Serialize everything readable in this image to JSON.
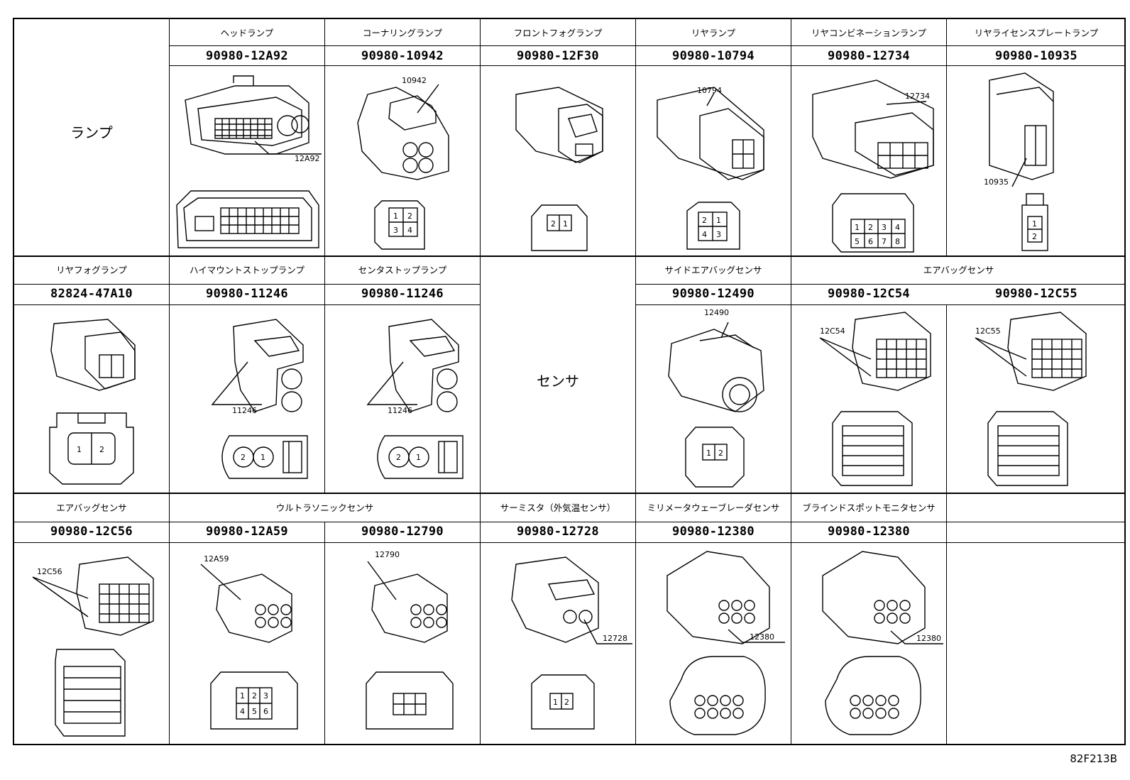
{
  "figure_id": "82F213B",
  "groups": {
    "lamp": "ランプ",
    "sensor": "センサ"
  },
  "cells": [
    {
      "name": "ヘッドランプ",
      "part": "90980-12A92",
      "callout": "12A92",
      "pins": []
    },
    {
      "name": "コーナリングランプ",
      "part": "90980-10942",
      "callout": "10942",
      "pins": [
        "1",
        "2",
        "3",
        "4"
      ]
    },
    {
      "name": "フロントフォグランプ",
      "part": "90980-12F30",
      "callout": "",
      "pins": [
        "2",
        "1"
      ]
    },
    {
      "name": "リヤランプ",
      "part": "90980-10794",
      "callout": "10794",
      "pins": [
        "2",
        "1",
        "4",
        "3"
      ]
    },
    {
      "name": "リヤコンビネーションランプ",
      "part": "90980-12734",
      "callout": "12734",
      "pins": [
        "1",
        "2",
        "3",
        "4",
        "5",
        "6",
        "7",
        "8"
      ]
    },
    {
      "name": "リヤライセンスプレートランプ",
      "part": "90980-10935",
      "callout": "10935",
      "pins": [
        "1",
        "2"
      ]
    },
    {
      "name": "リヤフォグランプ",
      "part": "82824-47A10",
      "callout": "",
      "pins": [
        "1",
        "2"
      ]
    },
    {
      "name": "ハイマウントストップランプ",
      "part": "90980-11246",
      "callout": "11246",
      "pins": [
        "2",
        "1"
      ]
    },
    {
      "name": "センタストップランプ",
      "part": "90980-11246",
      "callout": "11246",
      "pins": [
        "2",
        "1"
      ]
    },
    {
      "name": "サイドエアバッグセンサ",
      "part": "90980-12490",
      "callout": "12490",
      "pins": [
        "1",
        "2"
      ]
    },
    {
      "name": "エアバッグセンサ",
      "part": "90980-12C54",
      "callout": "12C54",
      "pins": []
    },
    {
      "name": "",
      "part": "90980-12C55",
      "callout": "12C55",
      "pins": []
    },
    {
      "name": "エアバッグセンサ",
      "part": "90980-12C56",
      "callout": "12C56",
      "pins": []
    },
    {
      "name": "ウルトラソニックセンサ",
      "part": "90980-12A59",
      "callout": "12A59",
      "pins": [
        "1",
        "2",
        "3",
        "4",
        "5",
        "6"
      ]
    },
    {
      "name": "",
      "part": "90980-12790",
      "callout": "12790",
      "pins": []
    },
    {
      "name": "サーミスタ（外気温センサ）",
      "part": "90980-12728",
      "callout": "12728",
      "pins": [
        "1",
        "2"
      ]
    },
    {
      "name": "ミリメータウェーブレーダセンサ",
      "part": "90980-12380",
      "callout": "12380",
      "pins": []
    },
    {
      "name": "ブラインドスポットモニタセンサ",
      "part": "90980-12380",
      "callout": "12380",
      "pins": []
    }
  ]
}
